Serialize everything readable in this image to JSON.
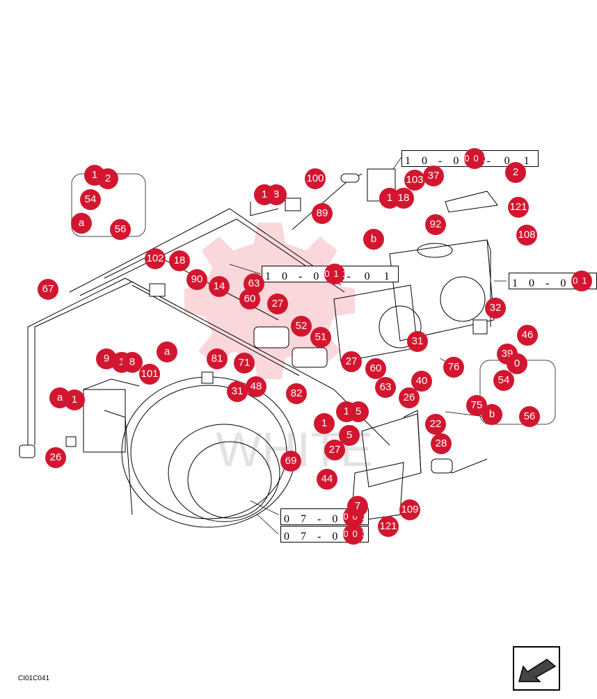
{
  "figure_code": "CI01C041",
  "watermark": "WHITE",
  "ref_boxes": [
    {
      "id": "ref-top",
      "text": "1 0 - 0",
      "badge": "001",
      "tail": "- 0 1"
    },
    {
      "id": "ref-mid",
      "text": "1 0 - 0",
      "badge": "011",
      "tail": "- 0 1"
    },
    {
      "id": "ref-right",
      "text": "1 0 - 0",
      "badge": "01",
      "tail": ""
    },
    {
      "id": "ref-b1",
      "text": "0 7 - 0",
      "badge": "001",
      "tail": ""
    },
    {
      "id": "ref-b2",
      "text": "0 7 - 0",
      "badge": "003",
      "tail": ""
    }
  ],
  "callouts": [
    "1",
    "2",
    "54",
    "a",
    "56",
    "100",
    "8",
    "1",
    "89",
    "1",
    "18",
    "103",
    "37",
    "2",
    "121",
    "108",
    "92",
    "b",
    "102",
    "18",
    "90",
    "14",
    "63",
    "60",
    "27",
    "67",
    "52",
    "51",
    "31",
    "32",
    "46",
    "39",
    "0",
    "54",
    "56",
    "b",
    "75",
    "76",
    "60",
    "27",
    "40",
    "26",
    "22",
    "28",
    "63",
    "9",
    "1",
    "8",
    "101",
    "81",
    "71",
    "31",
    "48",
    "82",
    "a",
    "1",
    "26",
    "1",
    "5",
    "1",
    "5",
    "27",
    "69",
    "44",
    "109",
    "121",
    "7",
    "a"
  ],
  "nav": {
    "label": "next-page"
  }
}
